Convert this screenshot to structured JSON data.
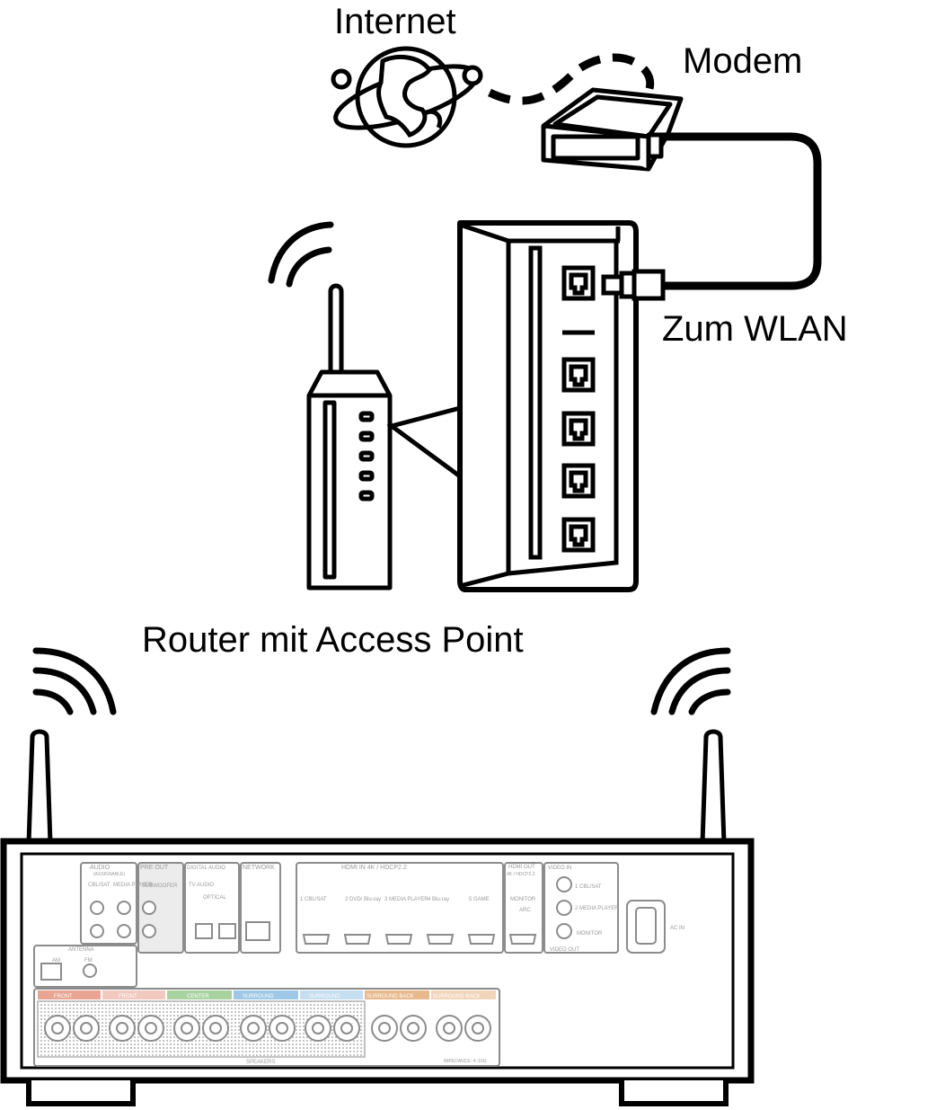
{
  "labels": {
    "internet": "Internet",
    "modem": "Modem",
    "zum_wlan": "Zum WLAN",
    "router": "Router mit Access Point"
  },
  "receiver": {
    "sections": {
      "audio": "AUDIO",
      "assignable": "(ASSIGNABLE)",
      "cbl_sat": "CBL/SAT",
      "media_player": "MEDIA PLAYER",
      "pre_out": "PRE OUT",
      "subwoofer": "SUBWOOFER",
      "digital_audio": "DIGITAL AUDIO",
      "tv_audio": "TV AUDIO",
      "optical": "OPTICAL",
      "network": "NETWORK",
      "hdmi_in": "HDMI IN 4K / HDCP2.2",
      "hdmi_out": "HDMI OUT",
      "hdmi_out_sub": "4K / HDCP2.2",
      "monitor": "MONITOR",
      "arc": "ARC",
      "video_in": "VIDEO IN",
      "video_out": "VIDEO OUT",
      "ac_in": "AC IN",
      "antenna": "ANTENNA",
      "am": "AM",
      "fm": "FM",
      "speakers": "SPEAKERS",
      "front": "FRONT",
      "center": "CENTER",
      "surround": "SURROUND",
      "surround_back": "SURROUND BACK",
      "impedance": "IMPEDANCE: 4~16Ω"
    },
    "hdmi_inputs": [
      "1 CBL/SAT",
      "2 DVD/ Blu-ray",
      "3 MEDIA PLAYER",
      "4 Blu-ray",
      "5 GAME"
    ],
    "video_inputs": [
      "1 CBL/SAT",
      "2 MEDIA PLAYER"
    ]
  },
  "colors": {
    "line": "#000000",
    "receiver_line": "#8c8c8c",
    "front": "#e8a593",
    "center": "#a8d3a0",
    "surround": "#9ec8e6",
    "surround_back": "#e8b98c"
  }
}
